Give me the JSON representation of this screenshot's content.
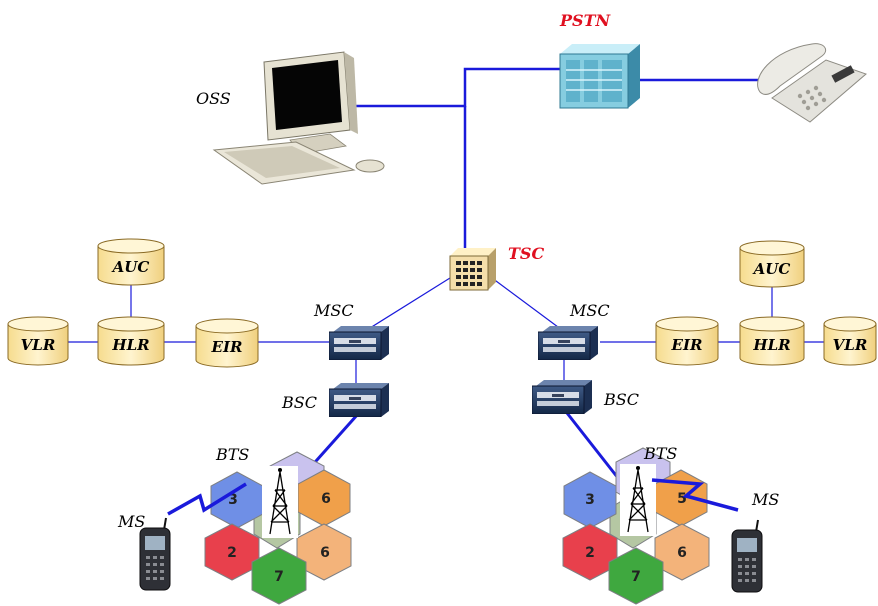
{
  "labels": {
    "oss": "OSS",
    "pstn": "PSTN",
    "tsc": "TSC",
    "msc_left": "MSC",
    "msc_right": "MSC",
    "bsc_left": "BSC",
    "bsc_right": "BSC",
    "bts_left": "BTS",
    "bts_right": "BTS",
    "ms_left": "MS",
    "ms_right": "MS"
  },
  "databases_left": {
    "auc": "AUC",
    "vlr": "VLR",
    "hlr": "HLR",
    "eir": "EIR"
  },
  "databases_right": {
    "auc": "AUC",
    "eir": "EIR",
    "hlr": "HLR",
    "vlr": "VLR"
  },
  "cells_left": [
    "3",
    "6",
    "2",
    "6",
    "7"
  ],
  "cells_right": [
    "3",
    "5",
    "2",
    "6",
    "7"
  ],
  "colors": {
    "link": "#1a1adb",
    "label_red": "#e01020",
    "cell_blue": "#6f8fe6",
    "cell_orange": "#f0a04a",
    "cell_red": "#e8404c",
    "cell_green": "#3fa83f",
    "cell_lightorange": "#f3b37a",
    "cell_lavender": "#c9c2ee",
    "db_fill": "#fbecb6"
  }
}
